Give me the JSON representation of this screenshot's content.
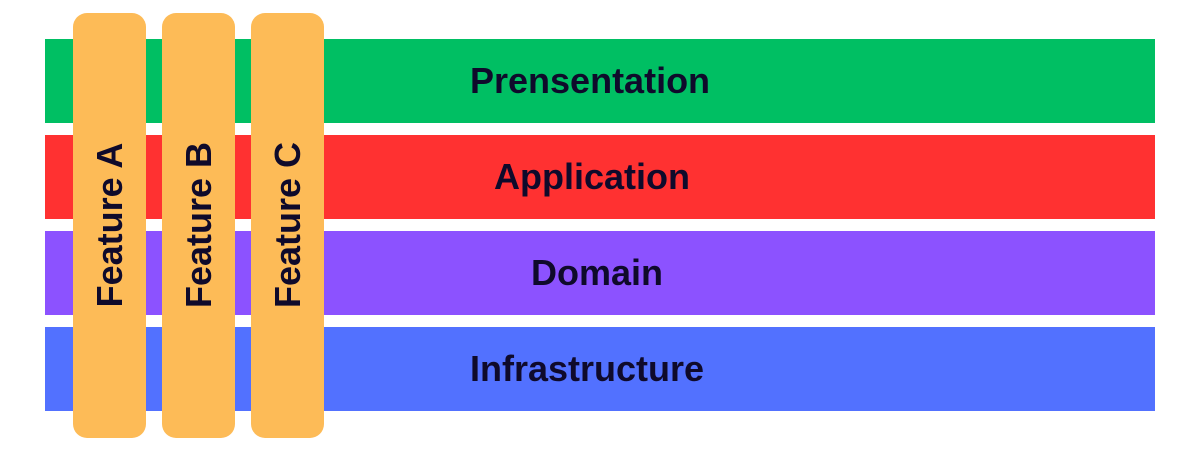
{
  "colors": {
    "presentation": "#00bf63",
    "application": "#ff3131",
    "domain": "#8c52ff",
    "infrastructure": "#5271ff",
    "feature": "#fdbb57",
    "text": "#0f0a2b",
    "background": "#ffffff"
  },
  "layers": [
    {
      "label": "Prensentation"
    },
    {
      "label": "Application"
    },
    {
      "label": "Domain"
    },
    {
      "label": "Infrastructure"
    }
  ],
  "features": [
    {
      "label": "Feature A"
    },
    {
      "label": "Feature B"
    },
    {
      "label": "Feature C"
    }
  ]
}
